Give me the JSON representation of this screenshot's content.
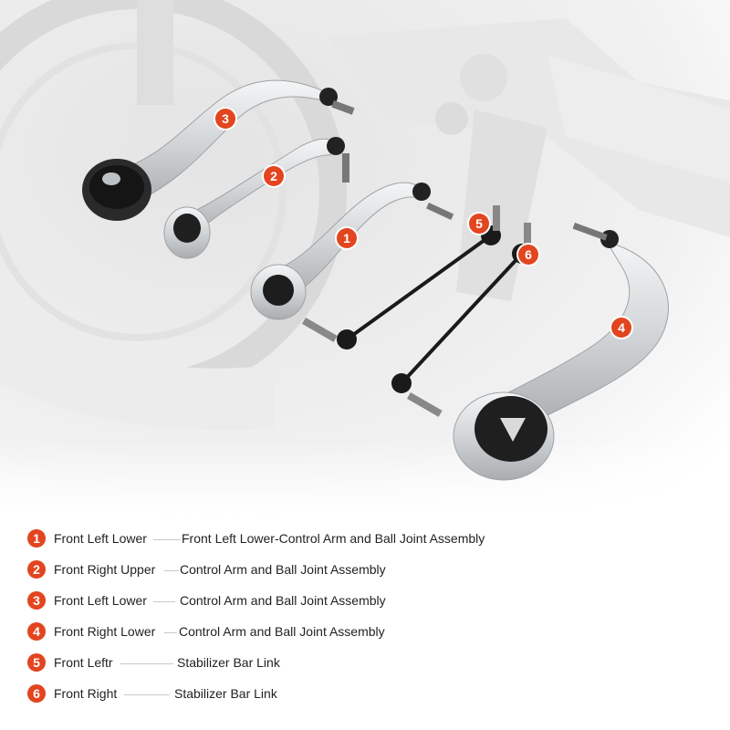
{
  "colors": {
    "accent": "#e2451f",
    "part_silver": "#cfd2d4",
    "bushing_black": "#1c1c1c",
    "background_gray": "#eeeeee"
  },
  "markers": [
    {
      "id": "1",
      "label": "1"
    },
    {
      "id": "2",
      "label": "2"
    },
    {
      "id": "3",
      "label": "3"
    },
    {
      "id": "4",
      "label": "4"
    },
    {
      "id": "5",
      "label": "5"
    },
    {
      "id": "6",
      "label": "6"
    }
  ],
  "legend": [
    {
      "num": "1",
      "position": "Front Left Lower",
      "description": "Front Left Lower-Control Arm and Ball Joint Assembly"
    },
    {
      "num": "2",
      "position": "Front Right Upper",
      "description": "Control Arm and Ball Joint Assembly"
    },
    {
      "num": "3",
      "position": "Front Left Lower",
      "description": "Control Arm and Ball Joint Assembly"
    },
    {
      "num": "4",
      "position": "Front Right Lower",
      "description": "Control Arm and Ball Joint Assembly"
    },
    {
      "num": "5",
      "position": "Front Leftr",
      "description": "Stabilizer Bar Link"
    },
    {
      "num": "6",
      "position": "Front Right",
      "description": "Stabilizer Bar Link"
    }
  ]
}
